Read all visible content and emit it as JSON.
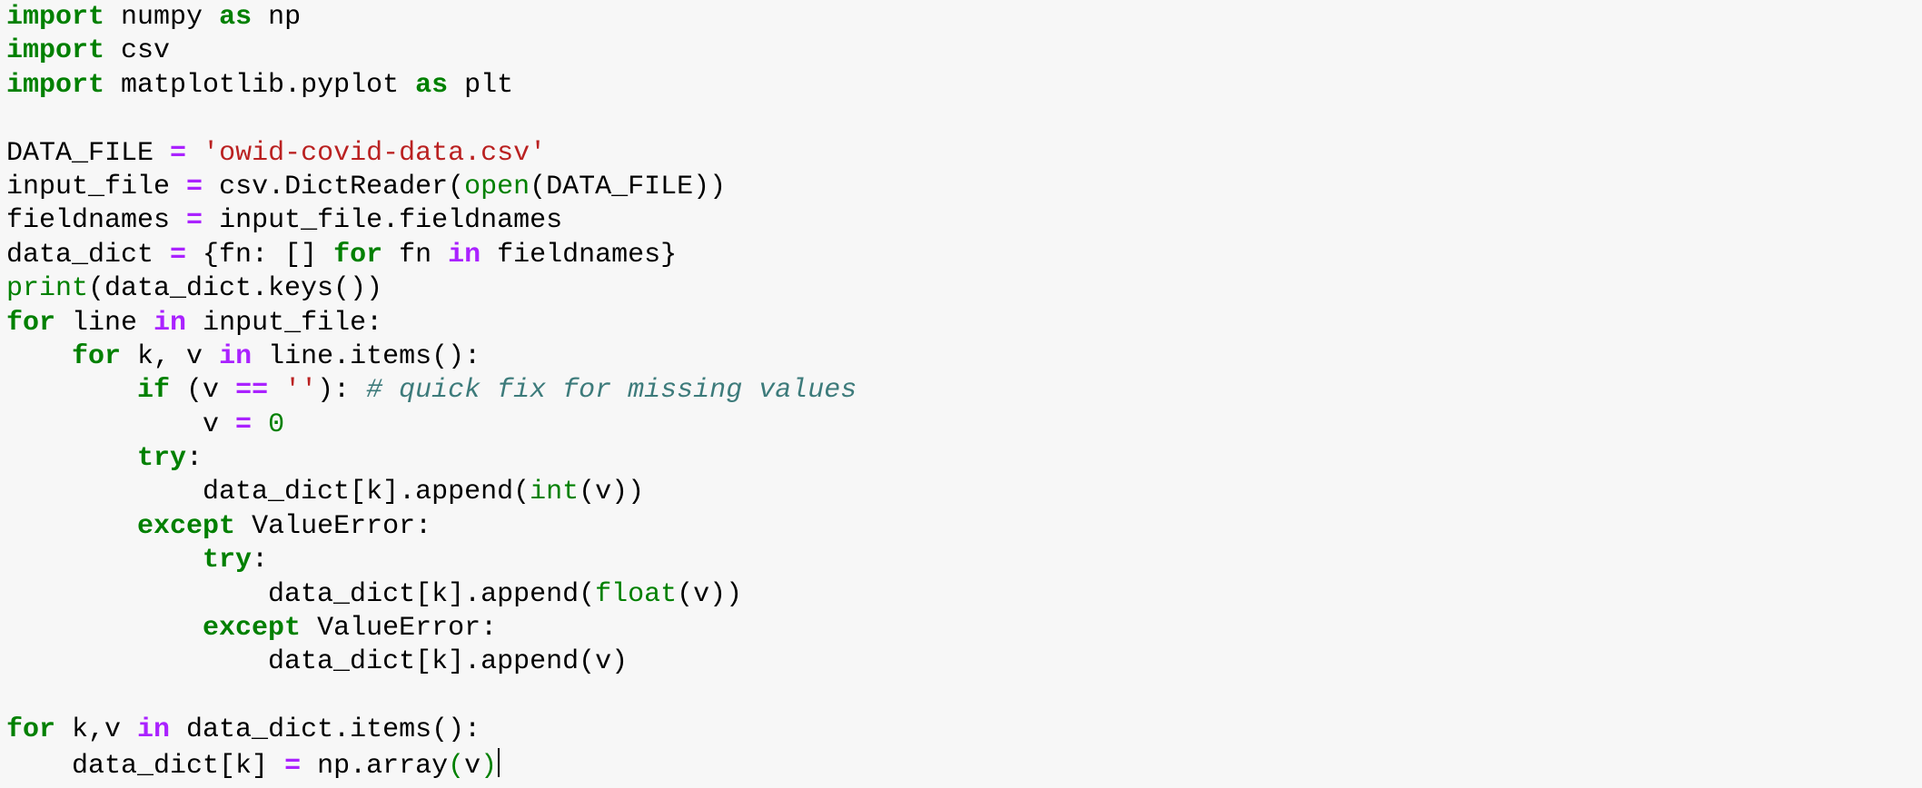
{
  "editor": {
    "language": "python",
    "colors": {
      "background": "#f7f7f7",
      "text": "#000000",
      "keyword": "#008000",
      "operator": "#aa22ff",
      "string": "#ba2121",
      "builtin": "#008000",
      "number": "#008000",
      "comment": "#3d7b7b"
    },
    "lines": [
      [
        {
          "t": "import",
          "c": "kw"
        },
        {
          "t": " numpy "
        },
        {
          "t": "as",
          "c": "kw"
        },
        {
          "t": " np"
        }
      ],
      [
        {
          "t": "import",
          "c": "kw"
        },
        {
          "t": " csv"
        }
      ],
      [
        {
          "t": "import",
          "c": "kw"
        },
        {
          "t": " matplotlib.pyplot "
        },
        {
          "t": "as",
          "c": "kw"
        },
        {
          "t": " plt"
        }
      ],
      [],
      [
        {
          "t": "DATA_FILE "
        },
        {
          "t": "=",
          "c": "op"
        },
        {
          "t": " "
        },
        {
          "t": "'owid-covid-data.csv'",
          "c": "str"
        }
      ],
      [
        {
          "t": "input_file "
        },
        {
          "t": "=",
          "c": "op"
        },
        {
          "t": " csv.DictReader("
        },
        {
          "t": "open",
          "c": "bi"
        },
        {
          "t": "(DATA_FILE))"
        }
      ],
      [
        {
          "t": "fieldnames "
        },
        {
          "t": "=",
          "c": "op"
        },
        {
          "t": " input_file.fieldnames"
        }
      ],
      [
        {
          "t": "data_dict "
        },
        {
          "t": "=",
          "c": "op"
        },
        {
          "t": " {fn: [] "
        },
        {
          "t": "for",
          "c": "kw"
        },
        {
          "t": " fn "
        },
        {
          "t": "in",
          "c": "op"
        },
        {
          "t": " fieldnames}"
        }
      ],
      [
        {
          "t": "print",
          "c": "bi"
        },
        {
          "t": "(data_dict.keys())"
        }
      ],
      [
        {
          "t": "for",
          "c": "kw"
        },
        {
          "t": " line "
        },
        {
          "t": "in",
          "c": "op"
        },
        {
          "t": " input_file:"
        }
      ],
      [
        {
          "t": "    "
        },
        {
          "t": "for",
          "c": "kw"
        },
        {
          "t": " k, v "
        },
        {
          "t": "in",
          "c": "op"
        },
        {
          "t": " line.items():"
        }
      ],
      [
        {
          "t": "        "
        },
        {
          "t": "if",
          "c": "kw"
        },
        {
          "t": " (v "
        },
        {
          "t": "==",
          "c": "op"
        },
        {
          "t": " "
        },
        {
          "t": "''",
          "c": "str"
        },
        {
          "t": "): "
        },
        {
          "t": "# quick fix for missing values",
          "c": "cm"
        }
      ],
      [
        {
          "t": "            v "
        },
        {
          "t": "=",
          "c": "op"
        },
        {
          "t": " "
        },
        {
          "t": "0",
          "c": "num"
        }
      ],
      [
        {
          "t": "        "
        },
        {
          "t": "try",
          "c": "kw"
        },
        {
          "t": ":"
        }
      ],
      [
        {
          "t": "            data_dict[k].append("
        },
        {
          "t": "int",
          "c": "bi"
        },
        {
          "t": "(v))"
        }
      ],
      [
        {
          "t": "        "
        },
        {
          "t": "except",
          "c": "kw"
        },
        {
          "t": " ValueError:"
        }
      ],
      [
        {
          "t": "            "
        },
        {
          "t": "try",
          "c": "kw"
        },
        {
          "t": ":"
        }
      ],
      [
        {
          "t": "                data_dict[k].append("
        },
        {
          "t": "float",
          "c": "bi"
        },
        {
          "t": "(v))"
        }
      ],
      [
        {
          "t": "            "
        },
        {
          "t": "except",
          "c": "kw"
        },
        {
          "t": " ValueError:"
        }
      ],
      [
        {
          "t": "                data_dict[k].append(v)"
        }
      ],
      [],
      [
        {
          "t": "for",
          "c": "kw"
        },
        {
          "t": " k,v "
        },
        {
          "t": "in",
          "c": "op"
        },
        {
          "t": " data_dict.items():"
        }
      ],
      [
        {
          "t": "    data_dict[k] "
        },
        {
          "t": "=",
          "c": "op"
        },
        {
          "t": " np.array"
        },
        {
          "t": "(",
          "c": "br-match"
        },
        {
          "t": "v"
        },
        {
          "t": ")",
          "c": "br-match"
        },
        {
          "t": "",
          "c": "cursor"
        }
      ]
    ]
  }
}
